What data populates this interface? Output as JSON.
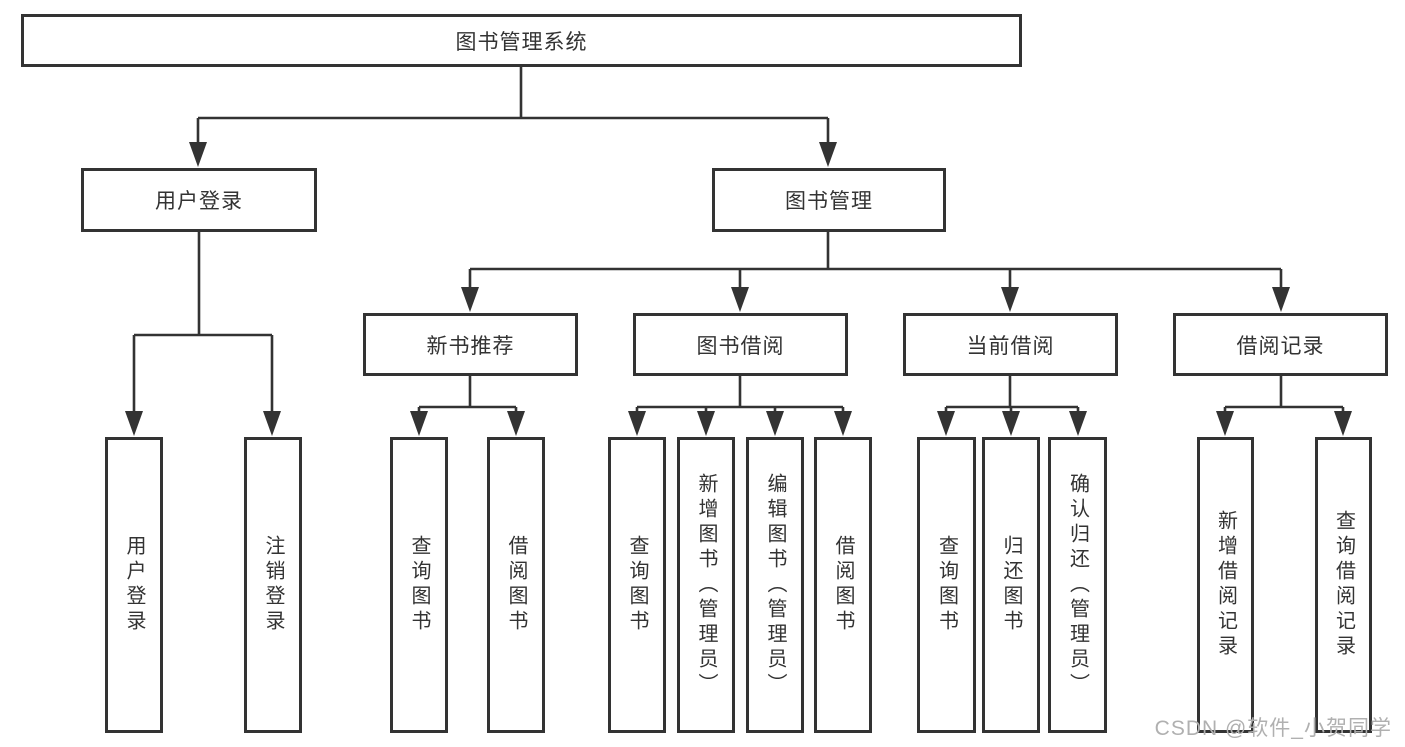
{
  "diagram": {
    "root": {
      "label": "图书管理系统",
      "children": [
        {
          "label": "用户登录",
          "children": [
            {
              "label": "用户登录"
            },
            {
              "label": "注销登录"
            }
          ]
        },
        {
          "label": "图书管理",
          "children": [
            {
              "label": "新书推荐",
              "children": [
                {
                  "label": "查询图书"
                },
                {
                  "label": "借阅图书"
                }
              ]
            },
            {
              "label": "图书借阅",
              "children": [
                {
                  "label": "查询图书"
                },
                {
                  "label": "新增图书（管理员）"
                },
                {
                  "label": "编辑图书（管理员）"
                },
                {
                  "label": "借阅图书"
                }
              ]
            },
            {
              "label": "当前借阅",
              "children": [
                {
                  "label": "查询图书"
                },
                {
                  "label": "归还图书"
                },
                {
                  "label": "确认归还（管理员）"
                }
              ]
            },
            {
              "label": "借阅记录",
              "children": [
                {
                  "label": "新增借阅记录"
                },
                {
                  "label": "查询借阅记录"
                }
              ]
            }
          ]
        }
      ]
    }
  },
  "watermark": {
    "text": "CSDN @软件_小贺同学"
  },
  "colors": {
    "line": "#333333",
    "text": "#333333",
    "box_background": "#ffffff",
    "watermark_text": "#b0b0b0"
  }
}
